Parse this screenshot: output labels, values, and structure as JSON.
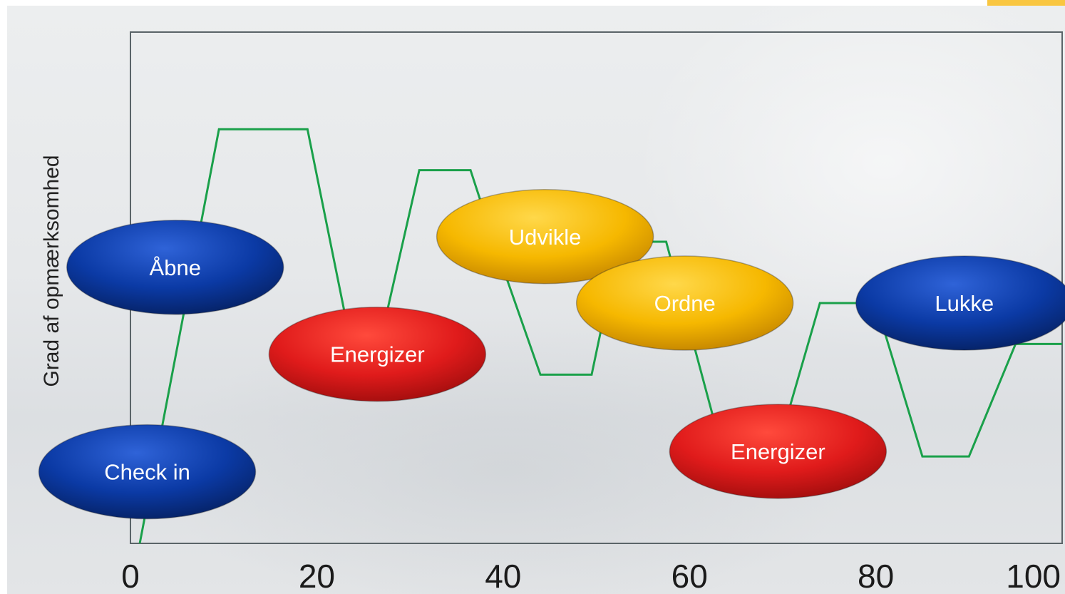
{
  "chart_data": {
    "type": "line",
    "title": "",
    "xlabel": "",
    "ylabel": "Grad af opmærksomhed",
    "xlim": [
      0,
      100
    ],
    "x_ticks": [
      "0",
      "20",
      "40",
      "60",
      "80",
      "100"
    ],
    "grid": false,
    "series": [
      {
        "color": "#1aa04a",
        "x": [
          1,
          9.5,
          19,
          23,
          27.5,
          31,
          36.5,
          39,
          44,
          49.5,
          52.5,
          57.5,
          62.5,
          70.5,
          74,
          80,
          85,
          90,
          95,
          96.5,
          100
        ],
        "y": [
          0,
          81,
          81,
          45,
          45,
          73,
          73,
          59,
          33,
          33,
          59,
          59,
          25,
          25,
          47,
          47,
          17,
          17,
          39,
          39,
          39
        ]
      }
    ],
    "annotations": [
      {
        "text": "Check in",
        "x": 1.8,
        "y": 14,
        "color": "#0b3aa5"
      },
      {
        "text": "Åbne",
        "x": 4.8,
        "y": 54,
        "color": "#0b3aa5"
      },
      {
        "text": "Energizer",
        "x": 26.5,
        "y": 37,
        "color": "#e01b1b"
      },
      {
        "text": "Udvikle",
        "x": 44.5,
        "y": 60,
        "color": "#f2b705"
      },
      {
        "text": "Ordne",
        "x": 59.5,
        "y": 47,
        "color": "#f2b705"
      },
      {
        "text": "Energizer",
        "x": 69.5,
        "y": 18,
        "color": "#e01b1b"
      },
      {
        "text": "Lukke",
        "x": 89.5,
        "y": 47,
        "color": "#0b3aa5"
      }
    ]
  }
}
